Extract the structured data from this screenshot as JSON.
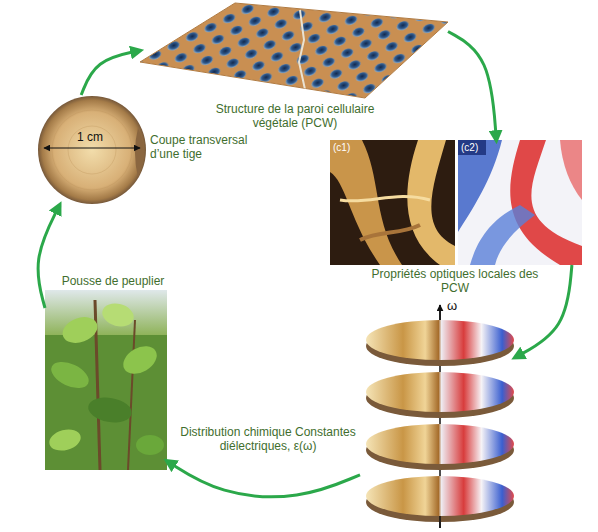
{
  "diagram": {
    "nodes": [
      {
        "text": [
          "Structure de la paroi cellulaire végétale (PCW)"
        ]
      },
      {
        "text": [
          "Propriétés optiques locales des PCW"
        ]
      },
      {
        "text": [
          "Distribution chimique Constantes diélectriques, ε(ω)"
        ]
      },
      {
        "text": [
          "Pousse de peuplier"
        ]
      },
      {
        "text": [
          "Coupe transversal d’une tige"
        ]
      }
    ],
    "edges": [
      {
        "from": 4,
        "to": 0,
        "arrow": "to"
      },
      {
        "from": 0,
        "to": 1,
        "arrow": "to"
      },
      {
        "from": 1,
        "to": 2,
        "arrow": "to"
      },
      {
        "from": 2,
        "to": 3,
        "arrow": "to"
      },
      {
        "from": 3,
        "to": 4,
        "arrow": "to"
      }
    ],
    "labels": [
      "1 cm",
      "(c1)",
      "(c2)",
      "ω"
    ]
  }
}
